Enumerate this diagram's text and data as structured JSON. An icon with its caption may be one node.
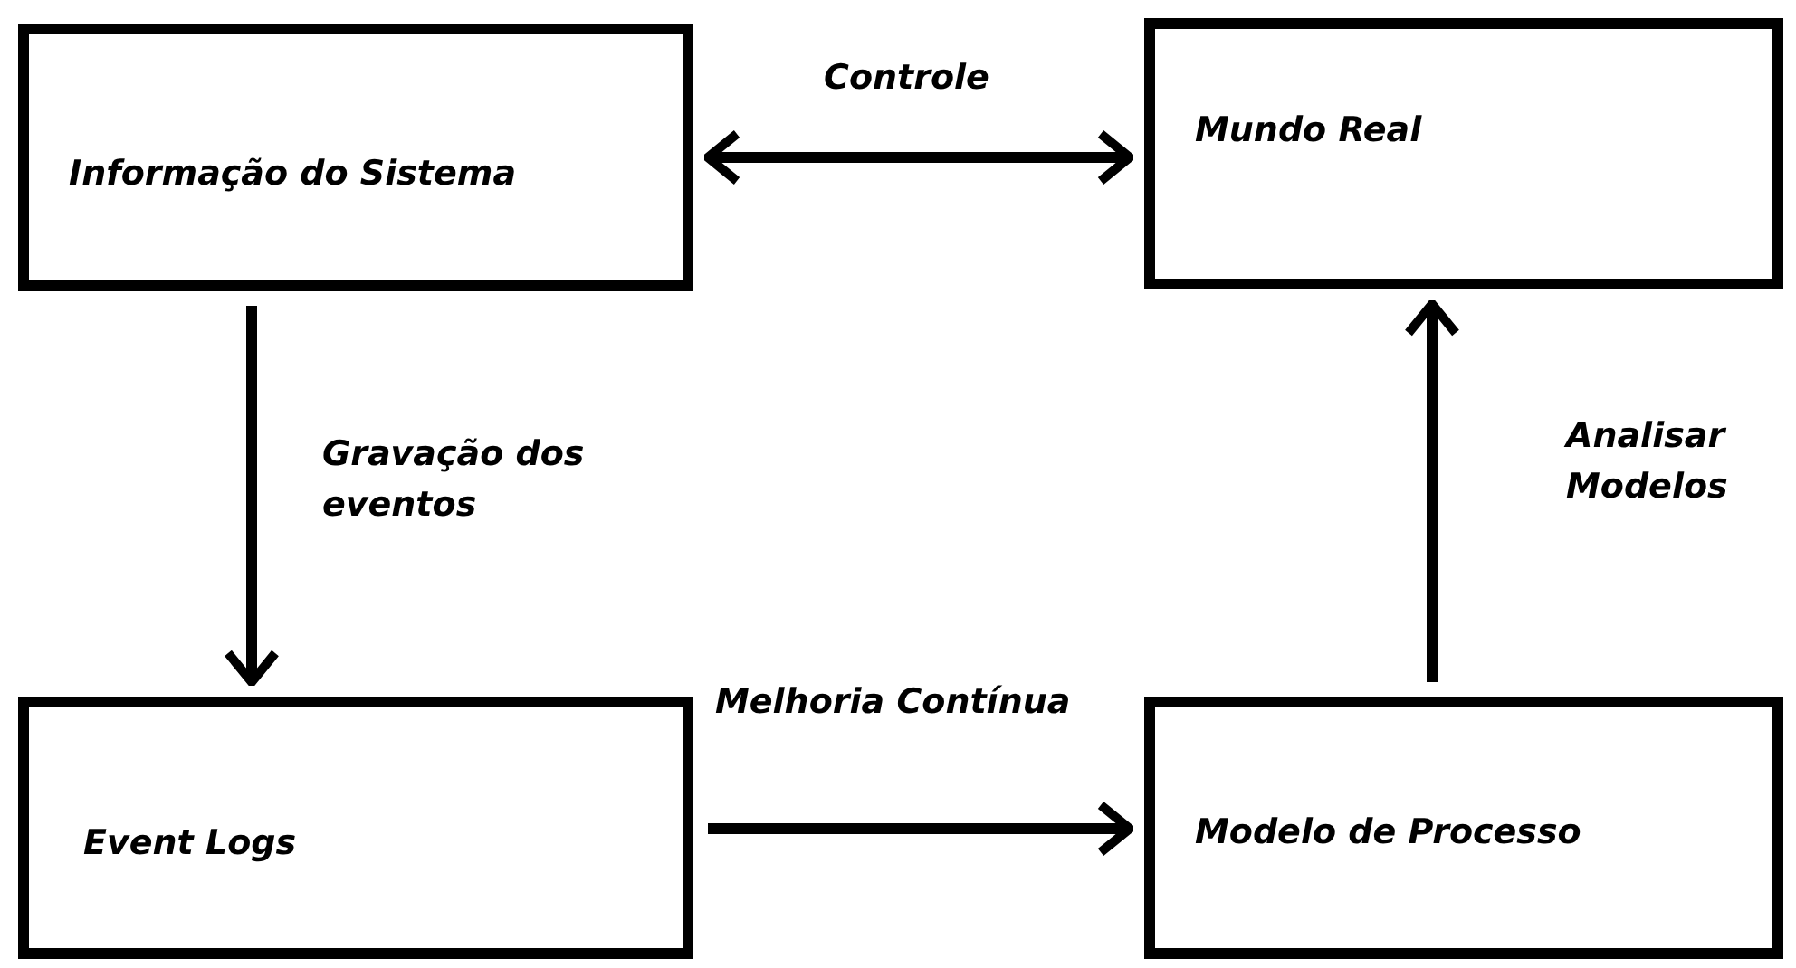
{
  "diagram": {
    "nodes": [
      {
        "text": [
          "Informação do Sistema"
        ]
      },
      {
        "text": [
          "Mundo Real"
        ]
      },
      {
        "text": [
          "Event Logs"
        ]
      },
      {
        "text": [
          "Modelo de Processo"
        ]
      }
    ],
    "edges": [
      {
        "from": 0,
        "to": 1,
        "arrow": "both",
        "label": "Controle"
      },
      {
        "from": 0,
        "to": 2,
        "arrow": "to",
        "label": "Gravação dos eventos"
      },
      {
        "from": 2,
        "to": 3,
        "arrow": "to",
        "label": "Melhoria Contínua"
      },
      {
        "from": 3,
        "to": 1,
        "arrow": "to",
        "label": "Analisar Modelos"
      }
    ]
  }
}
